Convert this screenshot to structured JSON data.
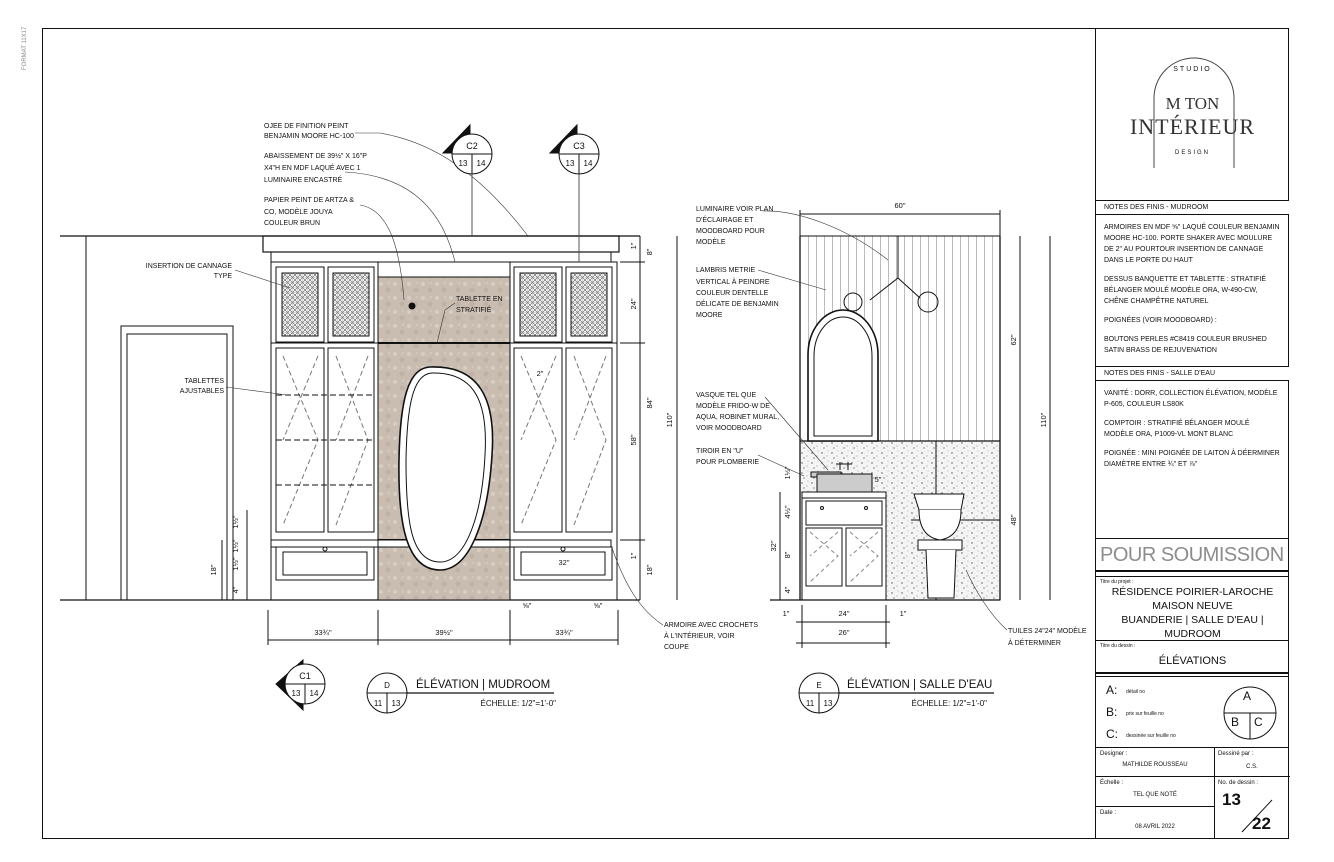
{
  "side_label": "FORMAT 11X17",
  "logo": {
    "top": "STUDIO",
    "line1": "M TON",
    "line2": "INTÉRIEUR",
    "bottom": "DESIGN"
  },
  "notes_mudroom": {
    "header": "NOTES DES FINIS - MUDROOM",
    "paragraphs": [
      "ARMOIRES EN MDF ⅝\" LAQUÉ COULEUR BENJAMIN MOORE HC-100. PORTE SHAKER AVEC MOULURE DE 2\" AU POURTOUR INSERTION DE CANNAGE DANS LE PORTE DU HAUT",
      "DESSUS BANQUETTE ET TABLETTE : STRATIFIÉ BÉLANGER MOULÉ MODÈLE ORA, W-490-CW, CHÊNE CHAMPÊTRE NATUREL",
      "POIGNÉES (VOIR MOODBOARD) :",
      "BOUTONS PERLES #C8419 COULEUR BRUSHED SATIN BRASS DE REJUVENATION"
    ]
  },
  "notes_salle_deau": {
    "header": "NOTES DES FINIS - SALLE D'EAU",
    "paragraphs": [
      "VANITÉ : DORR, COLLECTION ÉLÉVATION, MODÈLE P-605, COULEUR LS80K",
      "COMPTOIR : STRATIFIÉ BÉLANGER MOULÉ MODÈLE ORA, P1009-VL MONT BLANC",
      "POIGNÉE : MINI POIGNÉE DE LAITON À DÉERMINER DIAMÈTRE ENTRE ¾\" ET ⅞\""
    ]
  },
  "status": "POUR SOUMISSION",
  "project": {
    "label": "Titre du projet :",
    "line1": "RÉSIDENCE POIRIER-LAROCHE",
    "line2": "MAISON NEUVE",
    "line3": "BUANDERIE | SALLE D'EAU | MUDROOM"
  },
  "drawing_title": {
    "label": "Titre du dessin :",
    "value": "ÉLÉVATIONS"
  },
  "legend": {
    "a": "A:",
    "a_text": "détail no",
    "b": "B:",
    "b_text": "prix sur feuille no",
    "c": "C:",
    "c_text": "dessinée sur feuille no",
    "sym_a": "A",
    "sym_b": "B",
    "sym_c": "C"
  },
  "credits": {
    "designer_label": "Designer :",
    "designer": "MATHILDE ROUSSEAU",
    "drawn_label": "Dessiné par :",
    "drawn": "C.S.",
    "scale_label": "Échelle :",
    "scale": "TEL QUE NOTÉ",
    "sheet_label": "No. de dessin :",
    "sheet": "13",
    "total": "22",
    "date_label": "Date :",
    "date": "08 AVRIL 2022"
  },
  "elevation_d": {
    "letter": "D",
    "ref1": "11",
    "ref2": "13",
    "title": "ÉLÉVATION | MUDROOM",
    "scale": "ÉCHELLE: 1/2\"=1'-0\""
  },
  "elevation_e": {
    "letter": "E",
    "ref1": "11",
    "ref2": "13",
    "title": "ÉLÉVATION | SALLE D'EAU",
    "scale": "ÉCHELLE: 1/2\"=1'-0\""
  },
  "section_markers": [
    {
      "id": "C2",
      "a": "13",
      "b": "14"
    },
    {
      "id": "C3",
      "a": "13",
      "b": "14"
    },
    {
      "id": "C1",
      "a": "13",
      "b": "14"
    }
  ],
  "annotations_mudroom": {
    "moulure1": "OJEE DE FINITION PEINT",
    "moulure2": "BENJAMIN MOORE HC-100",
    "abais1": "ABAISSEMENT DE 39½\" X 16\"P",
    "abais2": "X4\"H EN MDF LAQUÉ AVEC 1",
    "abais3": "LUMINAIRE ENCASTRÉ",
    "papier1": "PAPIER PEINT DE ARTZA &",
    "papier2": "CO, MODÈLE JOUYA",
    "papier3": "COULEUR BRUN",
    "cannage1": "INSERTION DE CANNAGE",
    "cannage2": "TYPE",
    "tablette1": "TABLETTE EN",
    "tablette2": "STRATIFIÉ",
    "tablettes1": "TABLETTES",
    "tablettes2": "AJUSTABLES",
    "armoire1": "ARMOIRE AVEC CROCHETS",
    "armoire2": "À L'INTÉRIEUR, VOIR",
    "armoire3": "COUPE"
  },
  "annotations_salle": {
    "lum1": "LUMINAIRE VOIR PLAN",
    "lum2": "D'ÉCLAIRAGE ET",
    "lum3": "MOODBOARD POUR",
    "lum4": "MODÈLE",
    "lam1": "LAMBRIS METRIE",
    "lam2": "VERTICAL À PEINDRE",
    "lam3": "COULEUR DENTELLE",
    "lam4": "DÉLICATE DE BENJAMIN",
    "lam5": "MOORE",
    "vas1": "VASQUE TEL QUE",
    "vas2": "MODÈLE FRIDO-W DE",
    "vas3": "AQUA, ROBINET MURAL,",
    "vas4": "VOIR MOODBOARD",
    "tir1": "TIROIR EN \"U\"",
    "tir2": "POUR PLOMBERIE",
    "tuile1": "TUILES 24\"24\" MODÈLE",
    "tuile2": "À DÉTERMINER"
  },
  "dims_mudroom": {
    "bottom_left": "33¾\"",
    "bottom_mid": "39½\"",
    "bottom_right": "33¾\"",
    "right_top": "1\"",
    "right_8": "8\"",
    "right_24": "24\"",
    "right_58": "58\"",
    "right_1b": "1\"",
    "right_18": "18\"",
    "total_84": "84\"",
    "total_110": "110\"",
    "left_18": "18\"",
    "left_a": "1½\"",
    "left_b": "1½\"",
    "left_c": "4\"",
    "left_d": "1½\"",
    "door_2": "2\"",
    "drawer_32": "32\"",
    "toe_a": "⅝\"",
    "toe_b": "⅝\""
  },
  "dims_salle": {
    "top_60": "60\"",
    "side_62": "62\"",
    "side_110": "110\"",
    "side_48": "48\"",
    "vanity_32": "32\"",
    "sink_5": "5\"",
    "v_a": "1½\"",
    "v_b": "4½\"",
    "v_c": "8\"",
    "v_d": "4\"",
    "bottom_1a": "1\"",
    "bottom_24": "24\"",
    "bottom_1b": "1\"",
    "bottom_26": "26\""
  }
}
